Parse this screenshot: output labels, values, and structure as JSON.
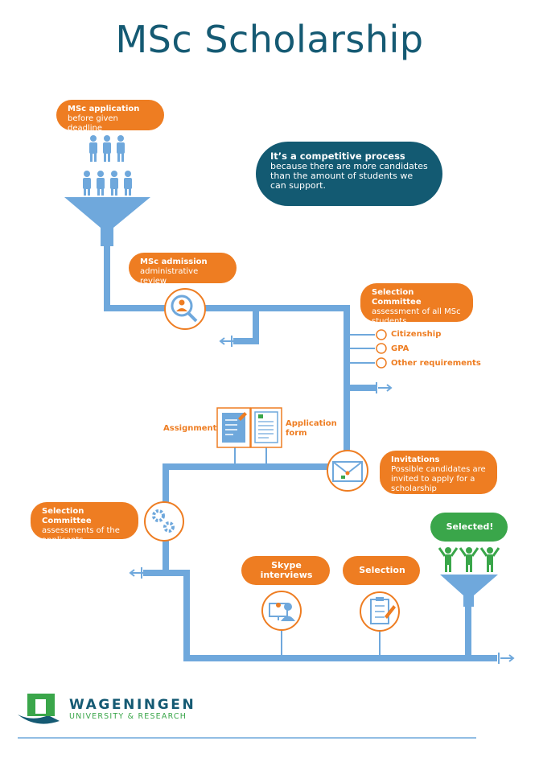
{
  "title": "MSc Scholarship",
  "colors": {
    "orange": "#ee7d22",
    "blue_pipe": "#6fa8dc",
    "teal": "#155a73",
    "green": "#3aa64a"
  },
  "application": {
    "title": "MSc application",
    "sub": "before given deadline"
  },
  "competitive": {
    "title": "It’s a competitive process",
    "text": "because there are more candidates than the amount of students we can support."
  },
  "admission": {
    "title": "MSc admission",
    "sub": "administrative review"
  },
  "committee1": {
    "title": "Selection Committee",
    "sub": "assessment of all MSc students"
  },
  "criteria": [
    "Citizenship",
    "GPA",
    "Other requirements"
  ],
  "assignment": "Assignment",
  "application_form": "Application form",
  "invitations": {
    "title": "Invitations",
    "sub": "Possible candidates are invited to apply for a scholarship"
  },
  "committee2": {
    "title": "Selection Committee",
    "sub": "assessments of the applicants"
  },
  "skype": "Skype interviews",
  "selection": "Selection",
  "selected": "Selected!",
  "logo": {
    "name": "WAGENINGEN",
    "sub": "UNIVERSITY & RESEARCH"
  },
  "icons": [
    "people-icon",
    "funnel-icon",
    "magnifier-person-icon",
    "exit-arrow-icon",
    "document-icon",
    "envelope-icon",
    "gears-icon",
    "headset-person-icon",
    "checklist-icon"
  ]
}
